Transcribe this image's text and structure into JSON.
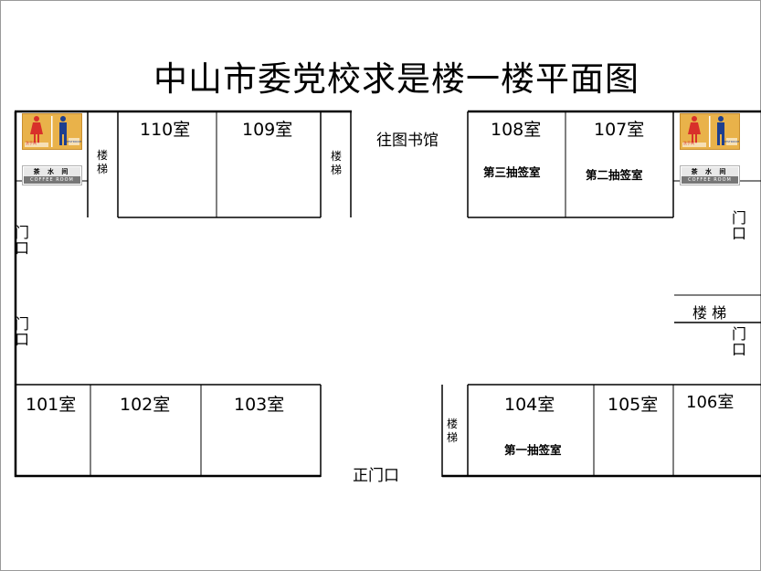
{
  "title": "中山市委党校求是楼一楼平面图",
  "rooms": {
    "r110": "110室",
    "r109": "109室",
    "r108": "108室",
    "r107": "107室",
    "r101": "101室",
    "r102": "102室",
    "r103": "103室",
    "r104": "104室",
    "r105": "105室",
    "r106": "106室"
  },
  "room_subtitles": {
    "r108": "第三抽签室",
    "r107": "第二抽签室",
    "r104": "第一抽签室"
  },
  "stairs_label": "楼梯",
  "stairs_label_horizontal": "楼 梯",
  "door_label": "门口",
  "to_library": "往图书馆",
  "main_entrance": "正门口",
  "restroom_sign_text": "洗手间",
  "restroom_sign_text_en": "RESTROOM",
  "tea_room_label": "茶 水 间",
  "tea_room_label_en": "COFFEE ROOM",
  "colors": {
    "wall": "#000000",
    "restroom_sign": "#e9b24a",
    "female_icon": "#d8302a",
    "male_icon": "#1e3f8f"
  }
}
